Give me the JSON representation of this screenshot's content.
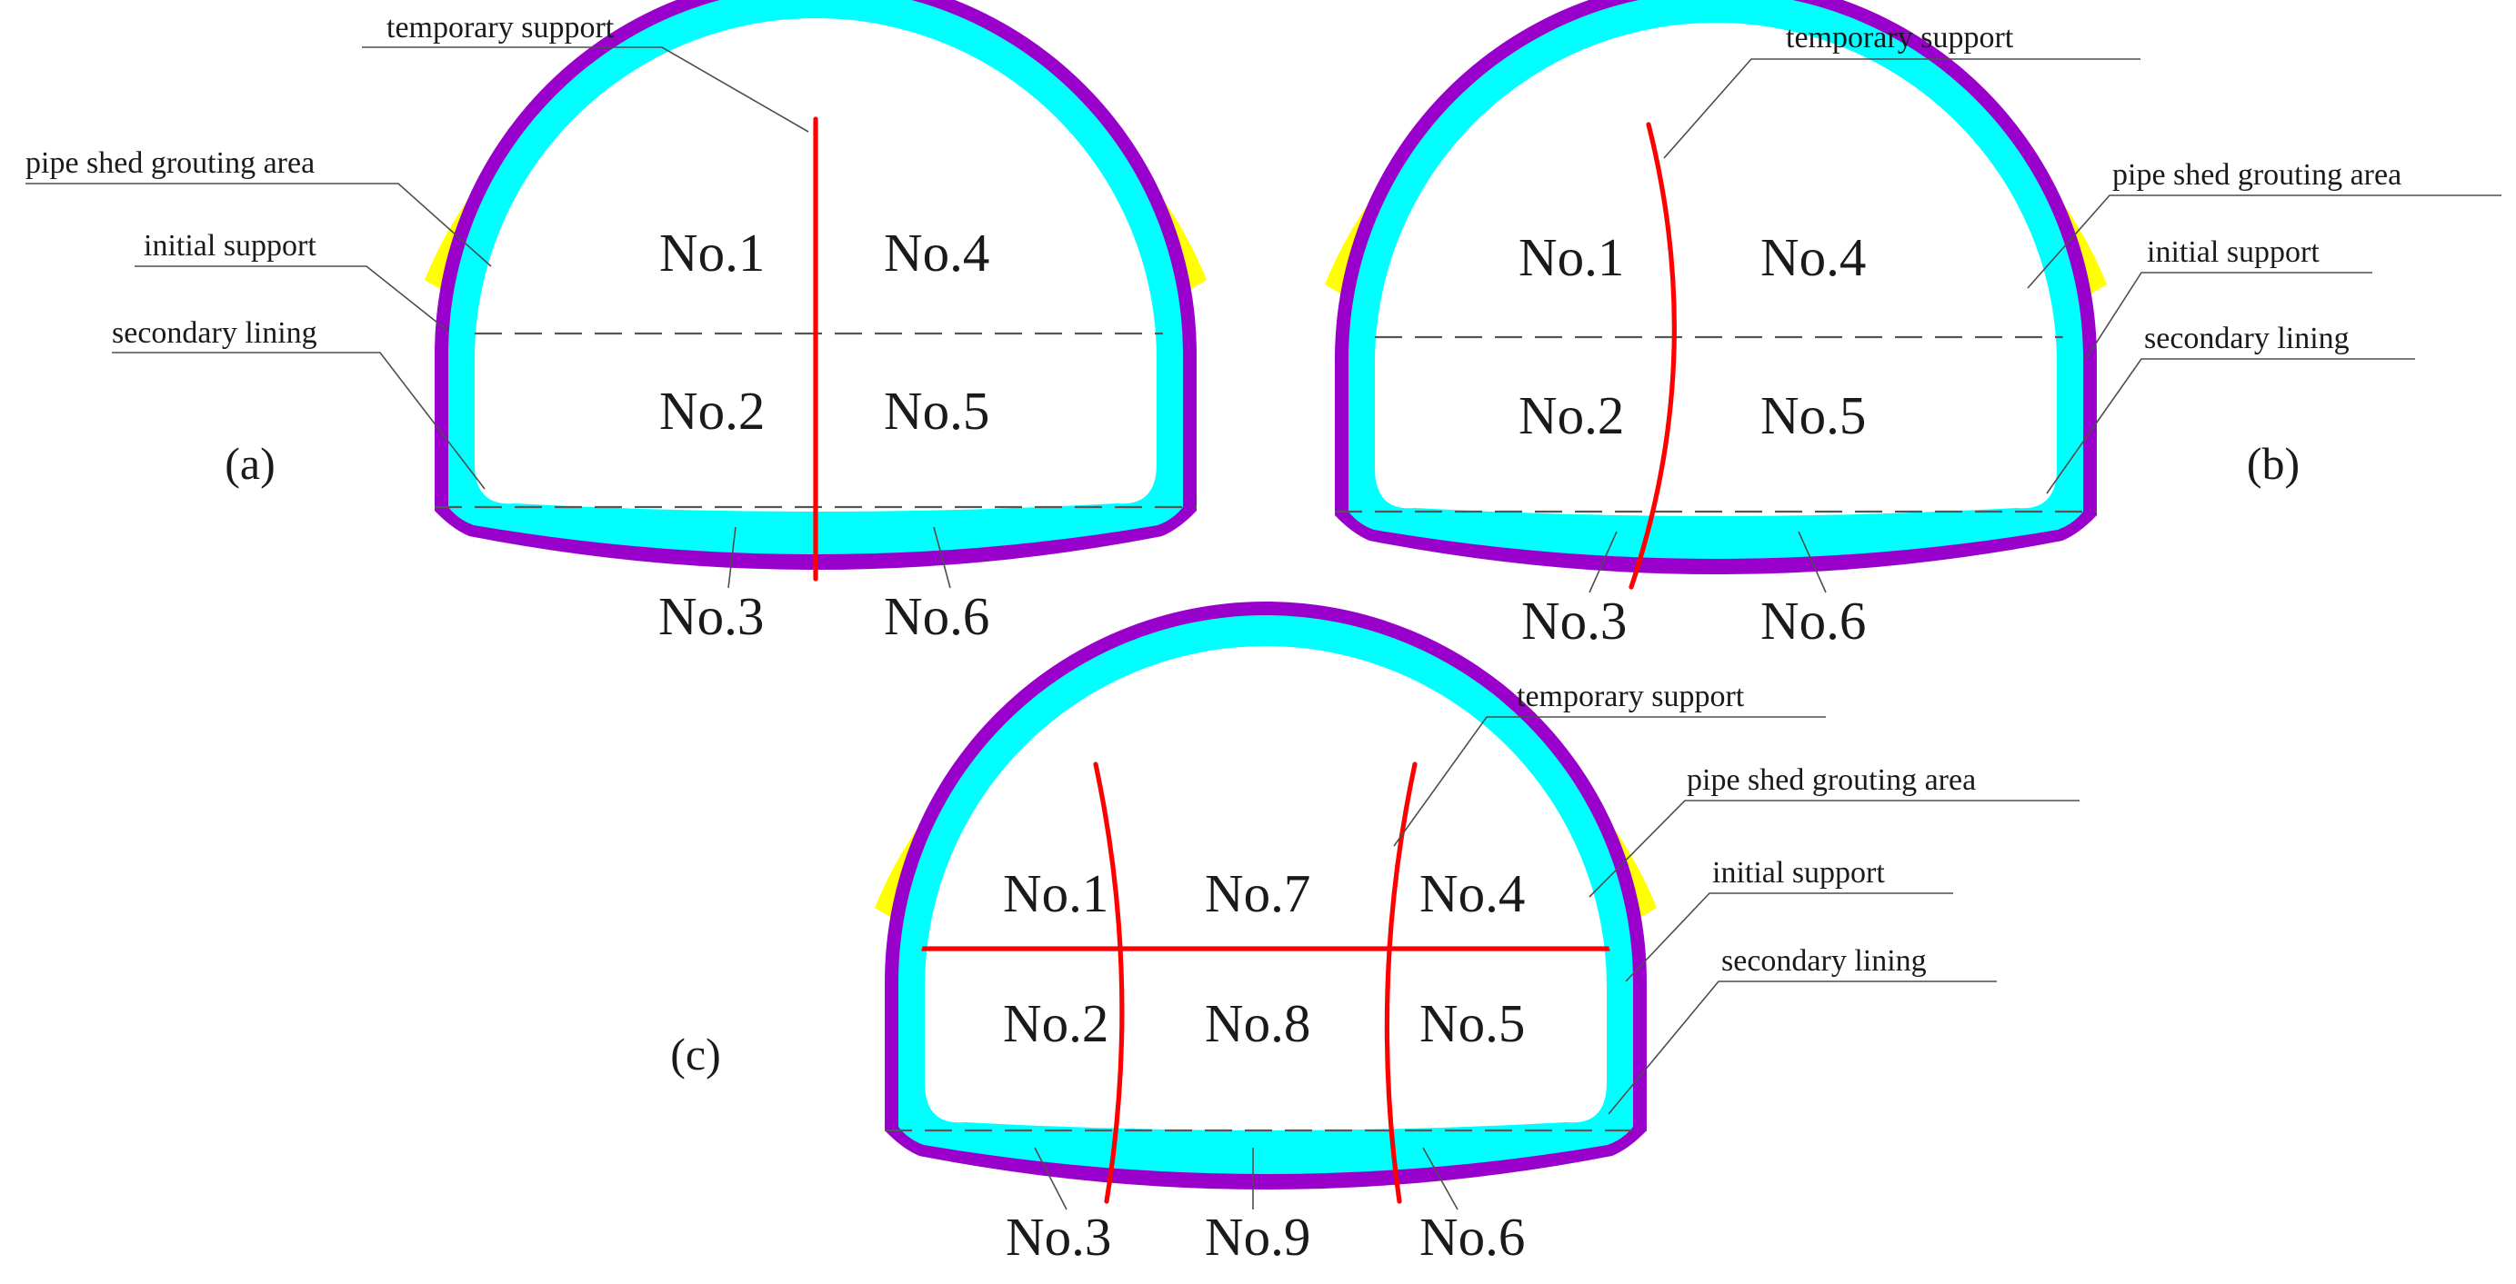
{
  "colors": {
    "pipe_shed": "#ffff00",
    "initial_support": "#9900cc",
    "secondary_lining": "#00ffff",
    "temporary_support": "#ff0000",
    "interior": "#ffffff"
  },
  "panels": {
    "a": {
      "label": "(a)",
      "callouts": {
        "temporary_support": "temporary support",
        "pipe_shed": "pipe shed grouting area",
        "initial_support": "initial support",
        "secondary_lining": "secondary lining"
      },
      "sections": [
        "No.1",
        "No.2",
        "No.3",
        "No.4",
        "No.5",
        "No.6"
      ]
    },
    "b": {
      "label": "(b)",
      "callouts": {
        "temporary_support": "temporary support",
        "pipe_shed": "pipe shed grouting area",
        "initial_support": "initial support",
        "secondary_lining": "secondary lining"
      },
      "sections": [
        "No.1",
        "No.2",
        "No.3",
        "No.4",
        "No.5",
        "No.6"
      ]
    },
    "c": {
      "label": "(c)",
      "callouts": {
        "temporary_support": "temporary support",
        "pipe_shed": "pipe shed grouting area",
        "initial_support": "initial support",
        "secondary_lining": "secondary lining"
      },
      "sections": [
        "No.1",
        "No.2",
        "No.3",
        "No.4",
        "No.5",
        "No.6",
        "No.7",
        "No.8",
        "No.9"
      ]
    }
  }
}
